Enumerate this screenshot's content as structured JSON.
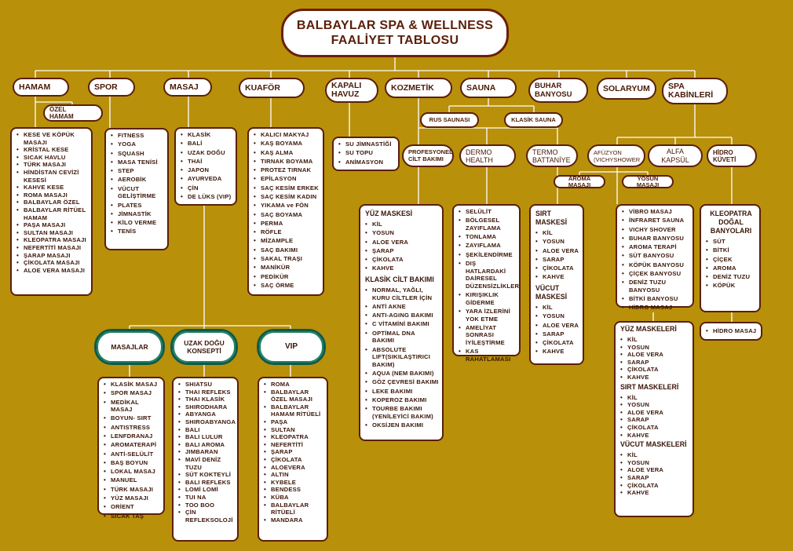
{
  "title": {
    "line1": "BALBAYLAR SPA & WELLNESS",
    "line2": "FAALİYET TABLOSU"
  },
  "categories": {
    "hamam": "HAMAM",
    "spor": "SPOR",
    "masaj": "MASAJ",
    "kuafor": "KUAFÖR",
    "kapali_havuz": "KAPALI HAVUZ",
    "kozmetik": "KOZMETİK",
    "sauna": "SAUNA",
    "buhar_banyosu": "BUHAR BANYOSU",
    "solaryum": "SOLARYUM",
    "spa_kabinleri": "SPA KABİNLERİ"
  },
  "sub": {
    "ozel_hamam": "ÖZEL HAMAM",
    "rus_saunasi": "RUS SAUNASI",
    "klasik_sauna": "KLASİK SAUNA",
    "profesyonel": "PROFESYONEL CİLT BAKIMI",
    "dermo": "DERMO HEALTH",
    "termo": "TERMO BATTANİYE",
    "afuzyon": "AFÜZYON (VICHYSHOWER",
    "alfa_kapsul": "ALFA KAPSÜL",
    "hidro_kuveti": "HİDRO KÜVETİ",
    "aroma_masaji": "AROMA MASAJI",
    "yosun_masaji": "YOSUN MASAJI",
    "masajlar": "MASAJLAR",
    "uzak_dogu": "UZAK DOĞU KONSEPTİ",
    "vip": "VIP"
  },
  "lists": {
    "hamam": [
      "KESE VE KÖPÜK MASAJI",
      "KRİSTAL KESE",
      "SICAK HAVLU",
      "TÜRK MASAJI",
      "HİNDİSTAN CEVİZİ KESESİ",
      "KAHVE KESE",
      "ROMA MASAJI",
      "BALBAYLAR ÖZEL",
      "BALBAYLAR RİTÜEL HAMAM",
      "PAŞA MASAJI",
      "SULTAN MASAJI",
      "KLEOPATRA MASAJI",
      "NEFERTİTİ MASAJI",
      "ŞARAP MASAJI",
      "ÇİKOLATA MASAJI",
      "ALOE VERA MASAJI"
    ],
    "spor": [
      "FITNESS",
      "YOGA",
      "SQUASH",
      "MASA TENİSİ",
      "STEP",
      "AEROBİK",
      "VÜCUT GELİŞTİRME",
      "PLATES",
      "JİMNASTİK",
      "KİLO VERME",
      "TENİS"
    ],
    "masaj": [
      "KLASİK",
      "BALİ",
      "UZAK DOĞU",
      "THAİ",
      "JAPON",
      "AYURVEDA",
      "ÇİN",
      "DE LÜKS (VIP)"
    ],
    "kuafor": [
      "KALICI MAKYAJ",
      "KAŞ BOYAMA",
      "KAŞ ALMA",
      "TIRNAK BOYAMA",
      "PROTEZ TIRNAK",
      "EPİLASYON",
      "SAÇ KESİM ERKEK",
      "SAÇ KESİM KADIN",
      "YIKAMA ve FÖN",
      "SAÇ BOYAMA",
      "PERMA",
      "RÖFLE",
      "MİZAMPLE",
      "SAÇ BAKIMI",
      "SAKAL TRAŞI",
      "MANİKÜR",
      "PEDİKÜR",
      "SAÇ ÖRME"
    ],
    "havuz": [
      "SU JİMNASTİĞİ",
      "SU TOPU",
      "ANİMASYON"
    ],
    "yuz_maskesi_title": "YÜZ MASKESİ",
    "yuz_maskesi": [
      "KİL",
      "YOSUN",
      "ALOE VERA",
      "ŞARAP",
      "ÇİKOLATA",
      "KAHVE"
    ],
    "klasik_cilt_title": "KLASİK CİLT BAKIMI",
    "klasik_cilt": [
      "NORMAL, YAĞLI, KURU CİLTLER İÇİN",
      "ANTİ AKNE",
      "ANTI-AGING BAKIMI",
      "C VİTAMİNİ BAKIMI",
      "OPTİMAL DNA BAKIMI",
      "ABSOLUTE LIFT(SIKILAŞTIRICI BAKIM)",
      "AQUA (NEM BAKIMI)",
      "GÖZ ÇEVRESİ BAKIMI",
      "LEKE BAKIMI",
      "KOPEROZ BAKIMI",
      "TOURBE BAKIMI (YENİLEYİCİ BAKIM)",
      "OKSİJEN BAKIMI"
    ],
    "dermo": [
      "SELÜLİT",
      "BÖLGESEL ZAYIFLAMA",
      "TONLAMA",
      "ZAYIFLAMA",
      "ŞEKİLENDİRME",
      "DIŞ HATLARDAKİ DAİRESEL DÜZENSİZLİKLER",
      "KIRIŞIKLIK GİDERME",
      "YARA İZLERİNİ YOK ETME",
      "AMELİYAT SONRASI İYİLEŞTİRME",
      "KAS RAHATLAMASI"
    ],
    "sirt_maskesi_title": "SIRT MASKESİ",
    "sirt_maskesi": [
      "KİL",
      "YOSUN",
      "ALOE VERA",
      "SARAP",
      "ÇİKOLATA",
      "KAHVE"
    ],
    "vucut_maskesi_title": "VÜCUT MASKESİ",
    "vucut_maskesi": [
      "KİL",
      "YOSUN",
      "ALOE VERA",
      "SARAP",
      "ÇİKOLATA",
      "KAHVE"
    ],
    "afuzyon": [
      "VİBRO MASAJ",
      "İNFRARET SAUNA",
      "VICHY SHOVER",
      "BUHAR BANYOSU",
      "AROMA TERAPİ",
      "SÜT BANYOSU",
      "KÖPÜK BANYOSU",
      "ÇİÇEK BANYOSU",
      "DENİZ TUZU BANYOSU",
      "BİTKİ BANYOSU",
      "HİDRO MASAJ"
    ],
    "kleopatra_title": "KLEOPATRA DOĞAL BANYOLARI",
    "kleopatra": [
      "SÜT",
      "BİTKİ",
      "ÇİÇEK",
      "AROMA",
      "DENİZ TUZU",
      "KÖPÜK"
    ],
    "hidro": [
      "HİDRO MASAJ"
    ],
    "masks_yuz_title": "YÜZ MASKELERİ",
    "masks_yuz": [
      "KİL",
      "YOSUN",
      "ALOE VERA",
      "SARAP",
      "ÇİKOLATA",
      "KAHVE"
    ],
    "masks_sirt_title": "SIRT MASKELERİ",
    "masks_sirt": [
      "KİL",
      "YOSUN",
      "ALOE VERA",
      "SARAP",
      "ÇİKOLATA",
      "KAHVE"
    ],
    "masks_vucut_title": "VÜCUT MASKELERİ",
    "masks_vucut": [
      "KİL",
      "YOSUN",
      "ALOE VERA",
      "SARAP",
      "ÇİKOLATA",
      "KAHVE"
    ],
    "masajlar": [
      "KLASİK MASAJ",
      "SPOR MASAJ",
      "MEDİKAL MASAJ",
      "BOYUN- SIRT",
      "ANTISTRESS",
      "LENFDRANAJ",
      "AROMATERAPİ",
      "ANTİ-SELÜLİT",
      "BAŞ BOYUN",
      "LOKAL MASAJ",
      "MANUEL",
      "TÜRK MASAJI",
      "YÜZ MASAJI",
      "ORİENT",
      "SICAK TAŞ"
    ],
    "uzak_dogu": [
      "SHIATSU",
      "THAI REFLEKS",
      "THAI KLASİK",
      "SHIRODHARA",
      "ABYANGA",
      "SHIROABYANGA",
      "BALI",
      "BALI LULUR",
      "BALI AROMA",
      "JIMBARAN",
      "MAVİ DENİZ TUZU",
      "SÜT KOKTEYLİ",
      "BALI REFLEKS",
      "LOMİ LOMİ",
      "TUI NA",
      "TOO BOO",
      "ÇİN REFLEKSOLOJİ"
    ],
    "vip": [
      "ROMA",
      "BALBAYLAR ÖZEL MASAJI",
      "BALBAYLAR HAMAM RİTÜELİ",
      "PAŞA",
      "SULTAN",
      "KLEOPATRA",
      "NEFERTİTİ",
      "ŞARAP",
      "ÇİKOLATA",
      "ALOEVERA",
      "ALTIN",
      "KYBELE",
      "BENDESS",
      "KÜBA",
      "BALBAYLAR RİTÜELİ",
      "MANDARA"
    ]
  },
  "colors": {
    "background": "#b8900a",
    "border": "#5a1f0a",
    "concept_border": "#0e5a4a"
  }
}
